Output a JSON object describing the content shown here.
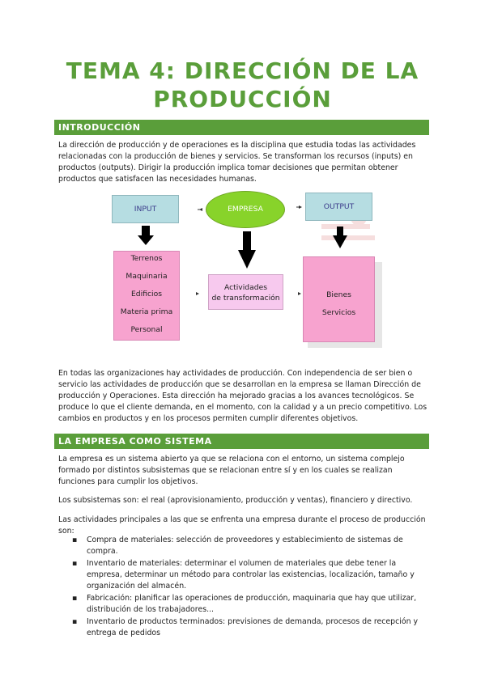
{
  "title": "TEMA 4: DIRECCIÓN DE LA PRODUCCIÓN",
  "sections": [
    {
      "heading": "INTRODUCCIÓN"
    },
    {
      "heading": "LA EMPRESA COMO SISTEMA"
    }
  ],
  "intro": {
    "p1": "La dirección de producción y de operaciones es la disciplina que estudia todas las actividades relacionadas con la producción de bienes y servicios. Se transforman los recursos (inputs) en productos (outputs).  Dirigir la producción implica tomar decisiones que permitan obtener productos que satisfacen las necesidades humanas.",
    "p2": "En todas las organizaciones hay actividades de producción. Con independencia de ser bien o servicio las actividades de producción que se desarrollan en la empresa se llaman Dirección de producción y Operaciones. Esta dirección ha mejorado gracias a los avances tecnológicos. Se produce lo que el cliente demanda, en el momento, con la calidad y a un precio competitivo. Los cambios en productos y en los procesos permiten cumplir diferentes objetivos."
  },
  "diagram": {
    "input": "INPUT",
    "empresa": "EMPRESA",
    "output": "OUTPUT",
    "resources": [
      "Terrenos",
      "Maquinaria",
      "Edificios",
      "Materia prima",
      "Personal"
    ],
    "activities_line1": "Actividades",
    "activities_line2": "de transformación",
    "products": [
      "Bienes",
      "Servicios"
    ]
  },
  "sistema": {
    "p1": "La empresa es un sistema abierto ya que se relaciona con el entorno, un sistema complejo formado por distintos subsistemas que se relacionan entre sí y en los cuales se realizan funciones para cumplir los objetivos.",
    "p2": "Los subsistemas son: el real (aprovisionamiento, producción y ventas), financiero y directivo.",
    "p3": "Las actividades principales a las que se enfrenta una empresa durante el proceso de producción son:",
    "bullet_symbol": "▪",
    "bullets": [
      "Compra de materiales: selección de proveedores y establecimiento de sistemas de compra.",
      "Inventario de materiales: determinar el volumen de materiales que debe tener la empresa, determinar un método para controlar las existencias, localización, tamaño y organización del almacén.",
      "Fabricación: planificar las operaciones de producción, maquinaria que hay que utilizar, distribución de los trabajadores...",
      "Inventario de productos terminados: previsiones de demanda, procesos de recepción y entrega de pedidos"
    ]
  },
  "colors": {
    "accent_green": "#5a9e3a",
    "empresa_green": "#88d32a",
    "box_blue": "#b6dde2",
    "box_pink": "#f7a3cf",
    "box_light_pink": "#f7c9ee"
  }
}
